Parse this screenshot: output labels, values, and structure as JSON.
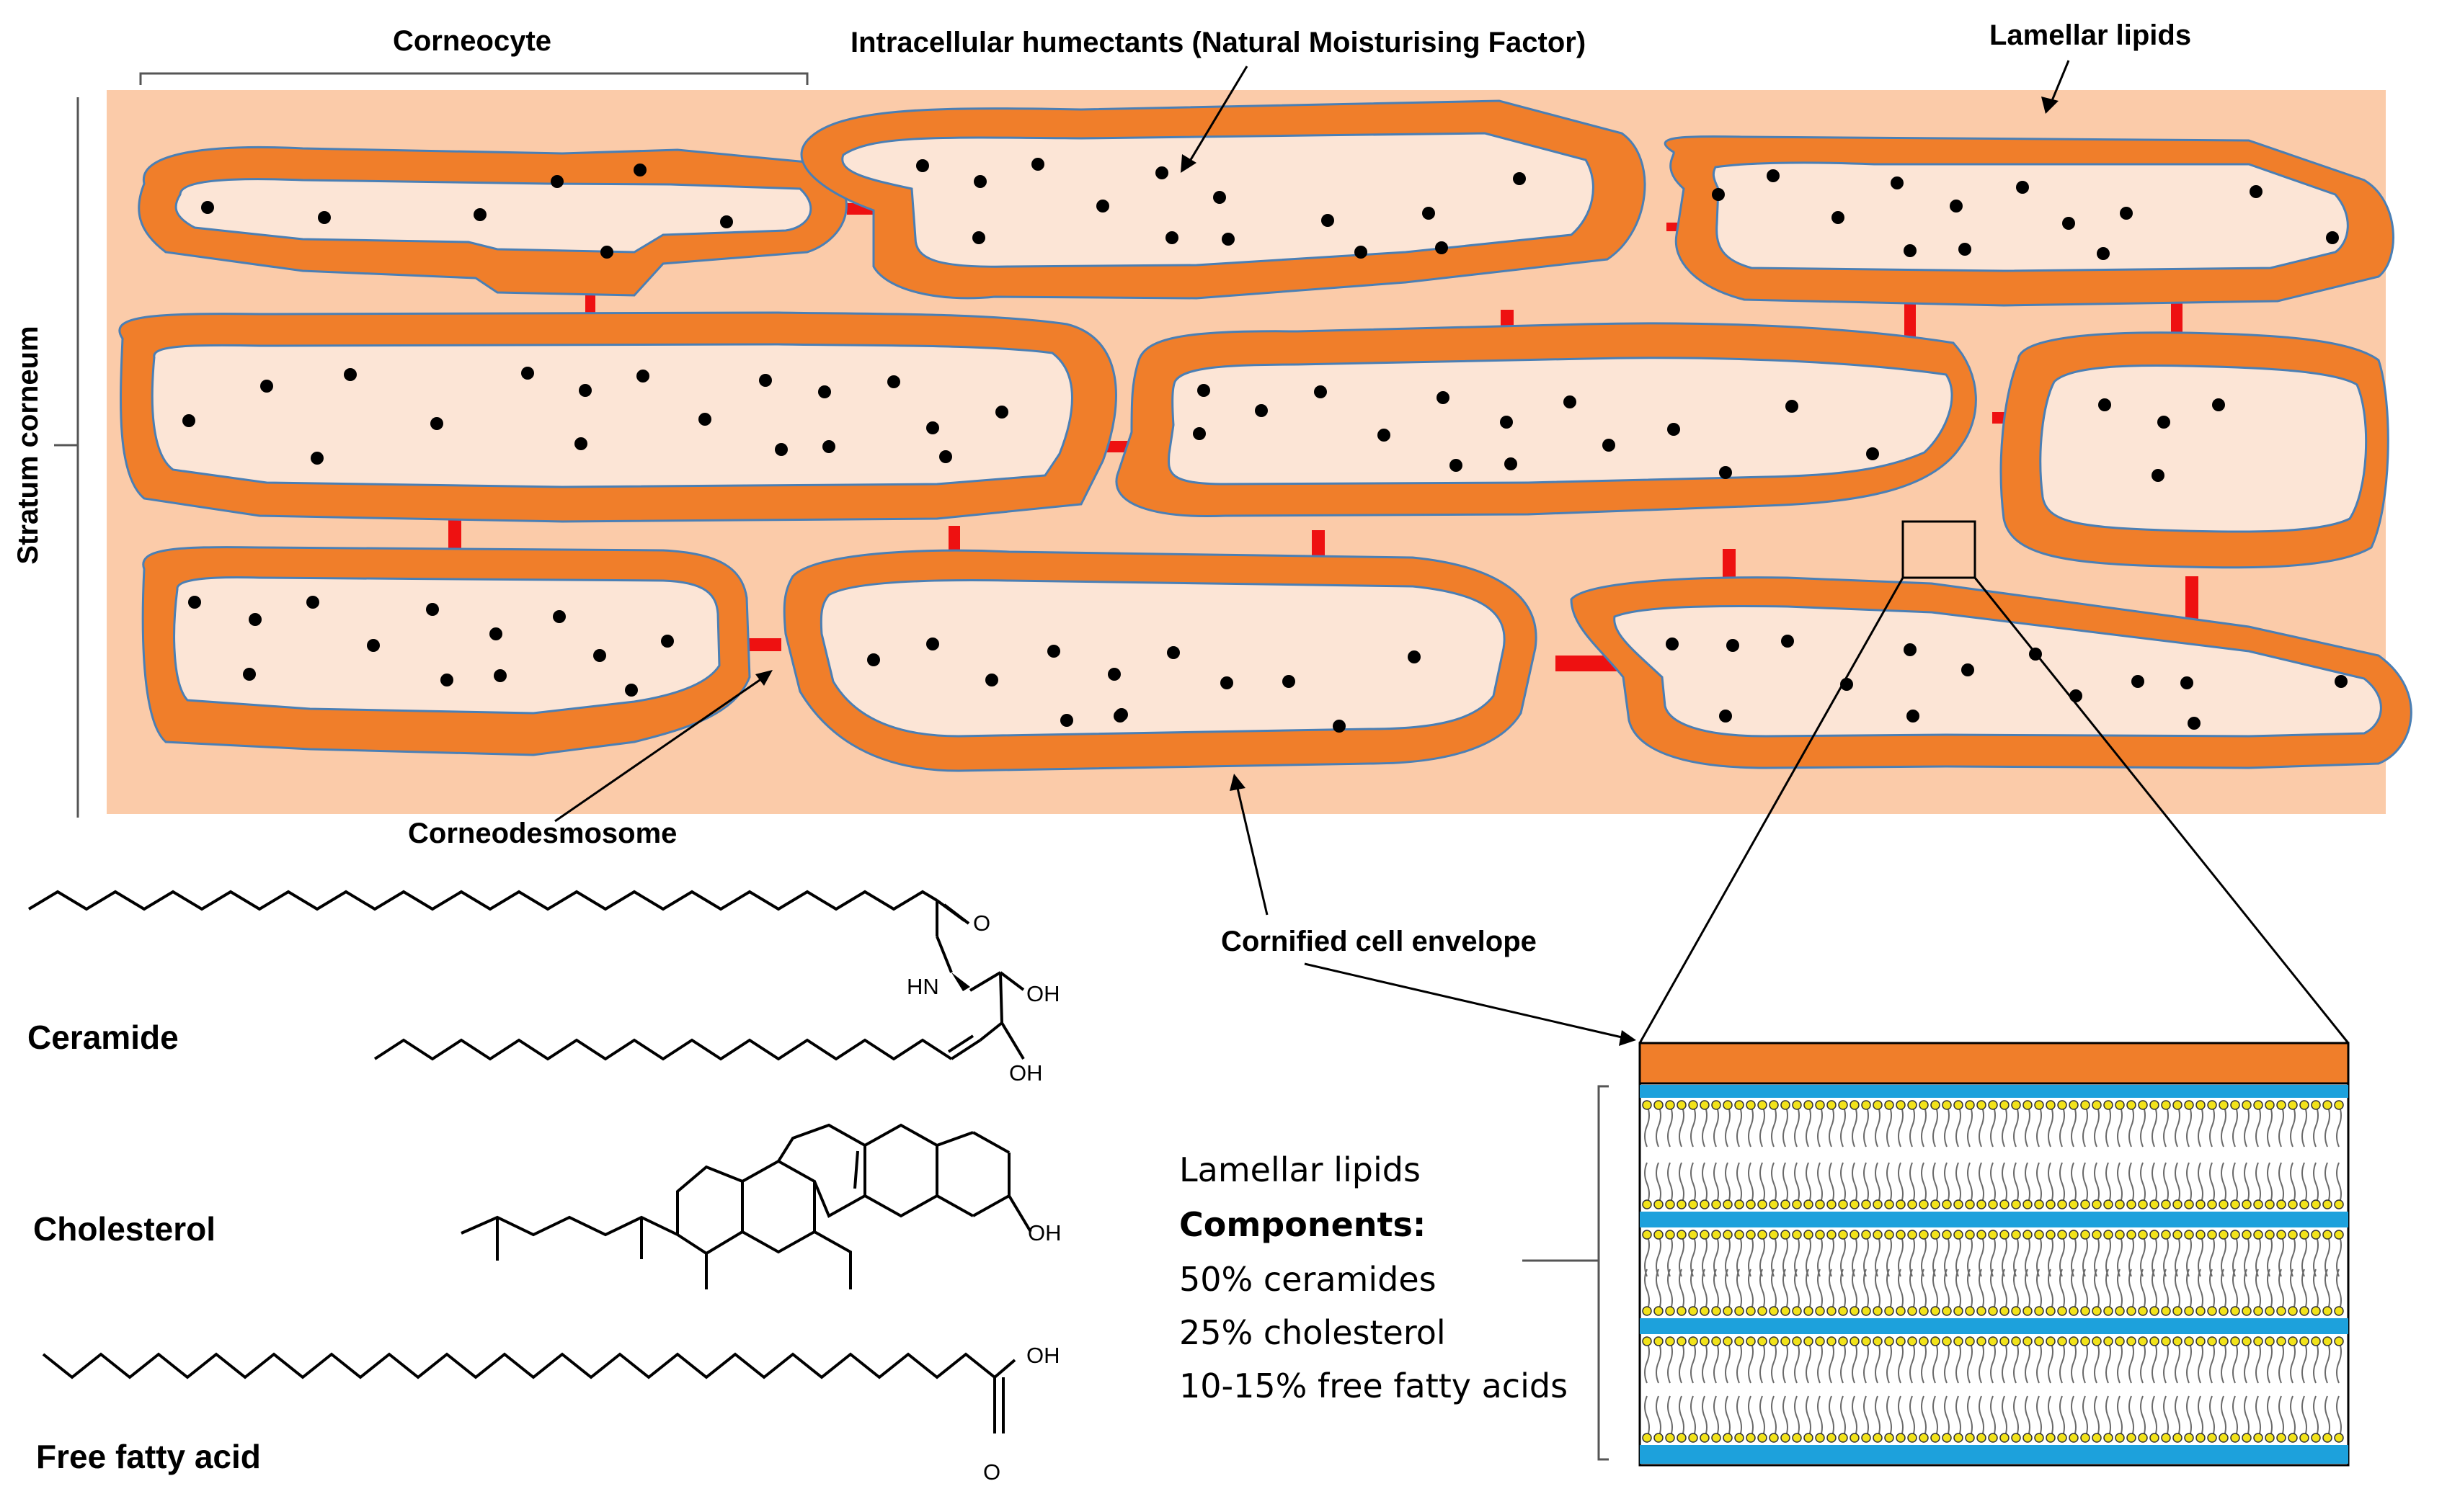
{
  "labels": {
    "corneocyte": "Corneocyte",
    "humectants": "Intracellular humectants (Natural Moisturising Factor)",
    "lamellar_lipids_top": "Lamellar lipids",
    "stratum_corneum": "Stratum corneum",
    "corneodesmosome": "Corneodesmosome",
    "cornified_envelope": "Cornified cell envelope"
  },
  "chemicals": {
    "ceramide": "Ceramide",
    "cholesterol": "Cholesterol",
    "free_fatty_acid": "Free fatty acid"
  },
  "atoms": {
    "o": "O",
    "hn": "HN",
    "oh": "OH"
  },
  "components": {
    "title": "Lamellar lipids",
    "heading": "Components:",
    "items": [
      "50% ceramides",
      "25% cholesterol",
      "10-15% free fatty acids"
    ]
  },
  "colors": {
    "lipid_matrix": "#fbcba9",
    "cell_envelope": "#f07e2a",
    "cell_interior": "#fce5d6",
    "outline": "#4a7fb5",
    "desmosome": "#ee1111",
    "lipid_band": "#1da1dc",
    "head_group": "#f2e31a"
  }
}
